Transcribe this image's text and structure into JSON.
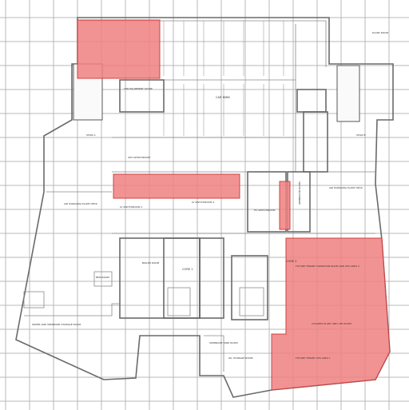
{
  "labels": {
    "plant_room": "PLANT ROOM",
    "car_park": "CAR PARK",
    "chp_room_store": "CHP EQUIPMENT STORE",
    "ups_room": "UPS SWITCHROOM",
    "lv_switchroom_1": "LV SWITCHROOM 1",
    "lv_switchroom_2": "LV SWITCHROOM 2",
    "hv_switchroom": "HV SWITCHROOM",
    "generator_room": "GENERATOR ROOM",
    "air_handling_left": "AIR HANDLING PLANT DECK",
    "air_handling_right": "AIR HANDLING PLANT DECK",
    "boiler_room": "BOILER ROOM",
    "core_1": "CORE 1",
    "core_2": "CORE 2",
    "sprinkler_store": "WATER AND SPRINKLER STORAGE ROOM",
    "future_tenant_1": "FUTURE TENANT CONDITION ROOM AND UPS AREA 2",
    "future_tenant_2": "FUTURE TENANT UPS AREA 1",
    "coolers": "COOLERS PLANT AND UPS ROOM",
    "stair_a": "STAIR A",
    "stair_b": "STAIR B",
    "bms": "BMS ROOM",
    "oil_store": "OIL STORAGE ROOM",
    "sprinkler_tank": "SPRINKLER TANK ROOM"
  }
}
